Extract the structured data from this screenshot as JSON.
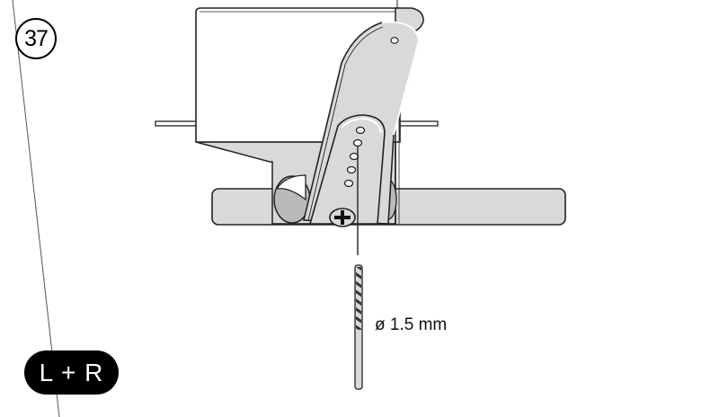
{
  "diagram": {
    "step_number": "37",
    "side_indicator": "L + R",
    "drill_bit": {
      "label": "ø 1.5 mm",
      "diameter_mm": 1.5
    },
    "colors": {
      "outline": "#222222",
      "part_fill": "#d8d9da",
      "part_shadow": "#b9babb",
      "background": "#ffffff",
      "badge_fill": "#000000",
      "badge_text": "#ffffff"
    },
    "parts": [
      "servo-housing",
      "servo-mount-tabs",
      "base-plate",
      "control-horn",
      "horn-arm",
      "mounting-screw",
      "drill-bit"
    ],
    "horn_hole_count": 5
  }
}
